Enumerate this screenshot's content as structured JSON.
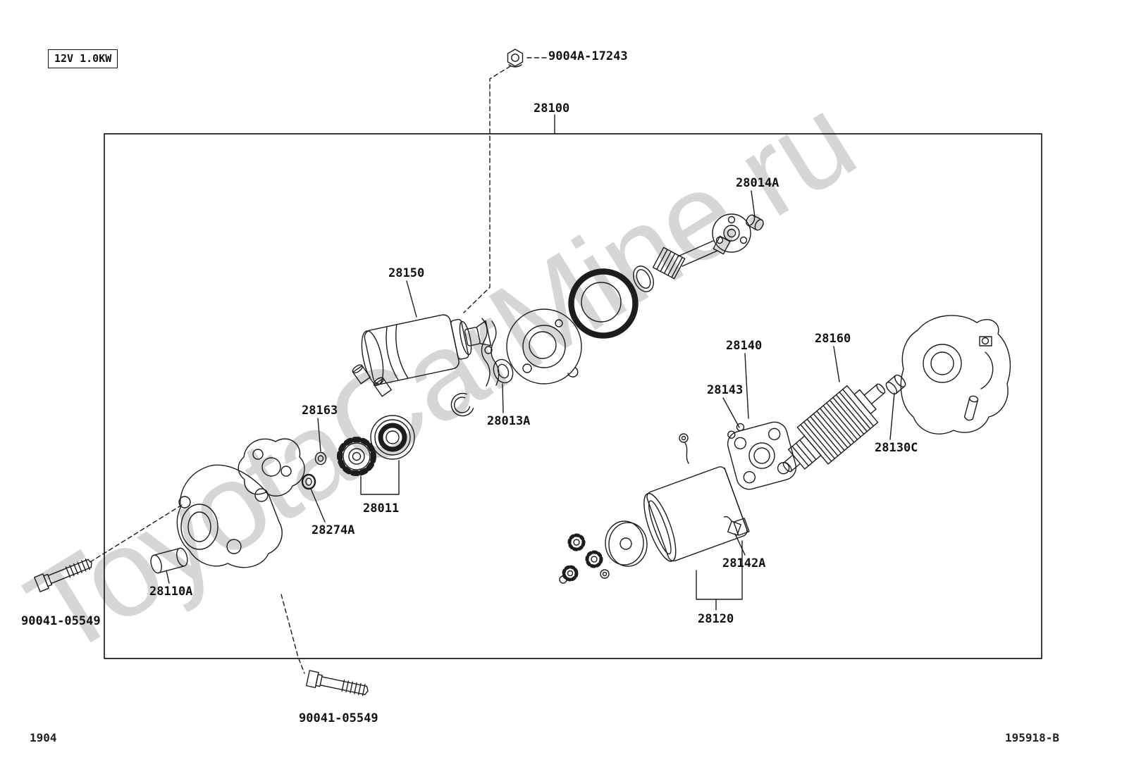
{
  "badge": {
    "text": "12V 1.0KW"
  },
  "watermark": "ToyotaCarMine.ru",
  "part_labels": {
    "nut": "9004A-17243",
    "assembly": "28100",
    "p28014A": "28014A",
    "p28150": "28150",
    "p28140": "28140",
    "p28160": "28160",
    "p28143": "28143",
    "p28163": "28163",
    "p28013A": "28013A",
    "p28130C": "28130C",
    "p28011": "28011",
    "p28274A": "28274A",
    "p28110A": "28110A",
    "p28142A": "28142A",
    "p28120": "28120",
    "bolt_front": "90041-05549",
    "bolt_bottom": "90041-05549"
  },
  "footer": {
    "page_code": "1904",
    "doc_code": "195918-B"
  }
}
